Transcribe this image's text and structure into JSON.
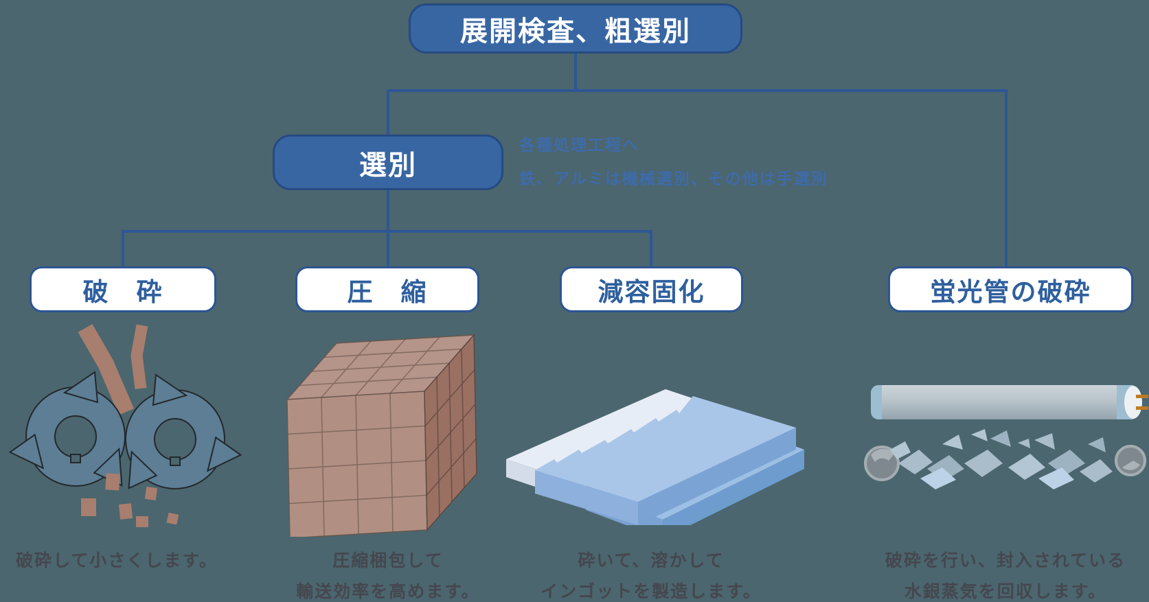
{
  "colors": {
    "background": "#4b666e",
    "node_fill_blue": "#3766a3",
    "connector_blue": "#2d5795",
    "leaf_text_blue": "#2e5f9e",
    "annotation_blue": "#3d6cb0",
    "caption_gray": "#45474f"
  },
  "flowchart": {
    "root_label": "展開検査、粗選別",
    "sort_label": "選別",
    "annotation_line1": "各種処理工程へ",
    "annotation_line2": "鉄、アルミは機械選別、その他は手選別",
    "processes": [
      {
        "label": "破　砕",
        "icon": "shredder-blades-icon",
        "caption1": "破砕して小さくします。",
        "caption2": ""
      },
      {
        "label": "圧　縮",
        "icon": "compressed-bale-icon",
        "caption1": "圧縮梱包して",
        "caption2": "輸送効率を高めます。"
      },
      {
        "label": "減容固化",
        "icon": "ingots-icon",
        "caption1": "砕いて、溶かして",
        "caption2": "インゴットを製造します。"
      },
      {
        "label": "蛍光管の破砕",
        "icon": "fluorescent-tube-icon",
        "caption1": "破砕を行い、封入されている",
        "caption2": "水銀蒸気を回収します。"
      }
    ]
  }
}
